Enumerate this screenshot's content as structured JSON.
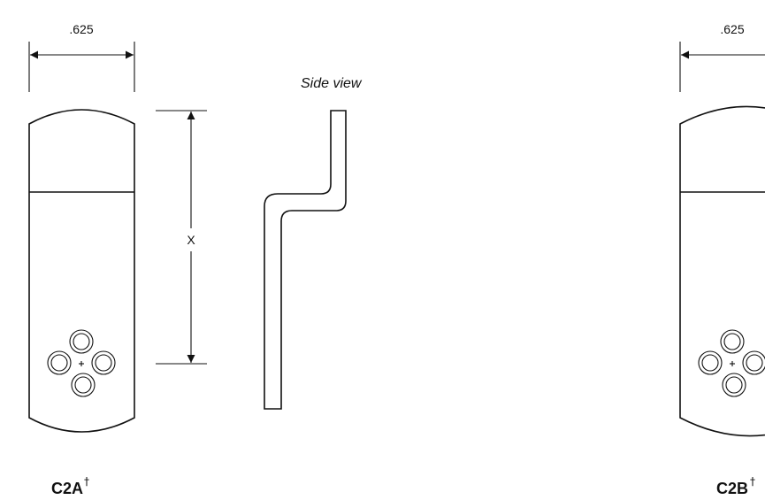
{
  "left_part": {
    "width_dimension": ".625",
    "height_dimension": "X",
    "label": "C2A",
    "label_mark": "†"
  },
  "side_view": {
    "caption": "Side view"
  },
  "right_part": {
    "width_dimension": ".625",
    "label": "C2B",
    "label_mark": "†"
  }
}
